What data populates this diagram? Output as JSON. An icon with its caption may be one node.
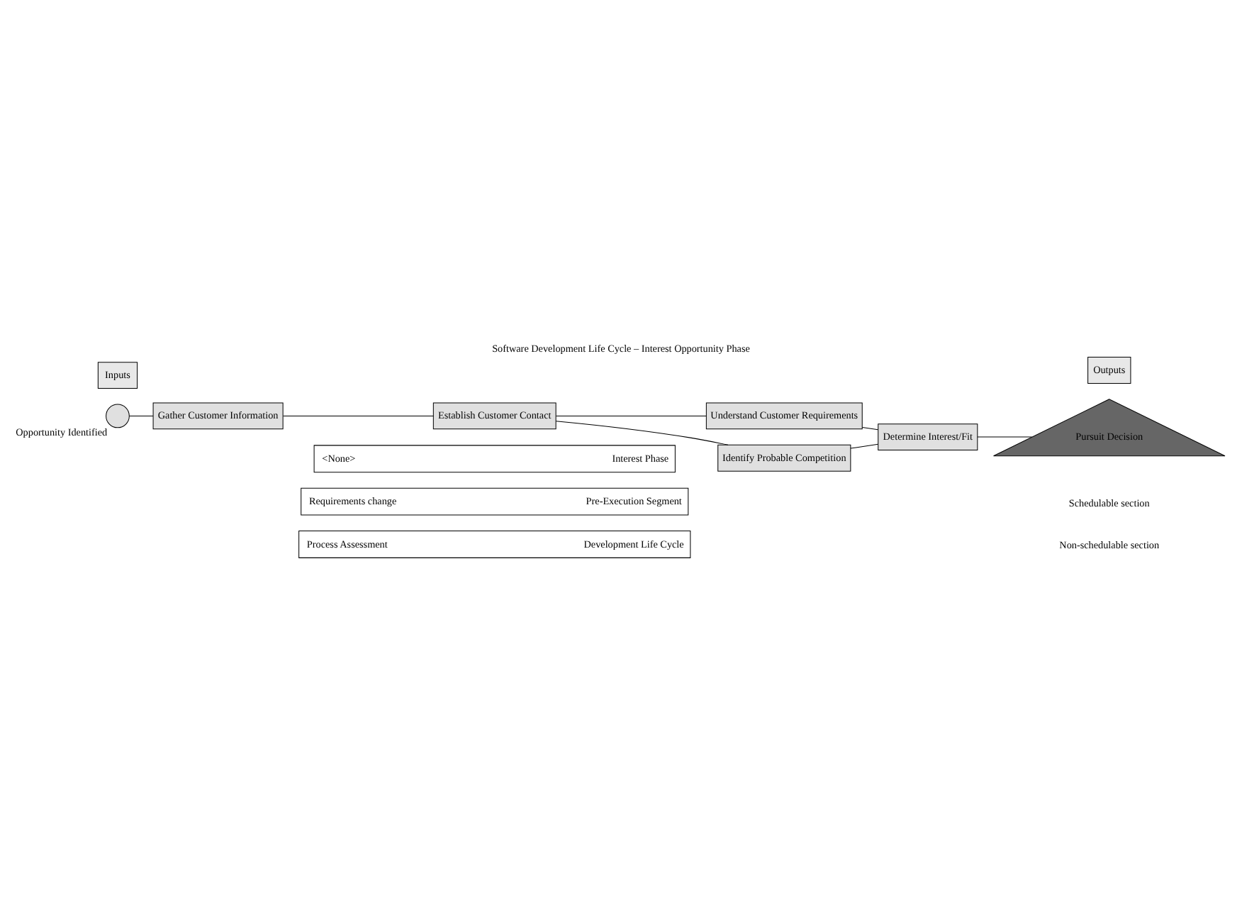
{
  "diagram": {
    "title": "Software Development Life Cycle – Interest Opportunity Phase",
    "nodes": [
      {
        "text": [
          "Inputs"
        ]
      },
      {
        "text": [
          "Outputs"
        ]
      },
      {
        "text": [],
        "shape": "circle",
        "beside": [
          "Opportunity Identified"
        ]
      },
      {
        "text": [
          "Gather Customer Information"
        ]
      },
      {
        "text": [
          "Establish Customer Contact"
        ]
      },
      {
        "text": [
          "Understand Customer Requirements"
        ]
      },
      {
        "text": [
          "Identify Probable Competition"
        ]
      },
      {
        "text": [
          "Determine Interest/Fit"
        ]
      },
      {
        "text": [
          "Pursuit Decision"
        ]
      },
      {
        "text": [
          "<None>",
          "Interest Phase"
        ]
      },
      {
        "text": [
          "Requirements change",
          "Pre-Execution Segment"
        ]
      },
      {
        "text": [
          "Process Assessment",
          "Development Life Cycle"
        ]
      }
    ],
    "edges": [
      {
        "from": 2,
        "to": 3,
        "arrow": "none"
      },
      {
        "from": 3,
        "to": 4,
        "arrow": "none"
      },
      {
        "from": 4,
        "to": 5,
        "arrow": "none"
      },
      {
        "from": 4,
        "to": 6,
        "arrow": "none"
      },
      {
        "from": 5,
        "to": 7,
        "arrow": "none"
      },
      {
        "from": 6,
        "to": 7,
        "arrow": "none"
      },
      {
        "from": 7,
        "to": 8,
        "arrow": "none"
      }
    ],
    "labels": [
      "Schedulable section",
      "Non-schedulable section"
    ]
  }
}
